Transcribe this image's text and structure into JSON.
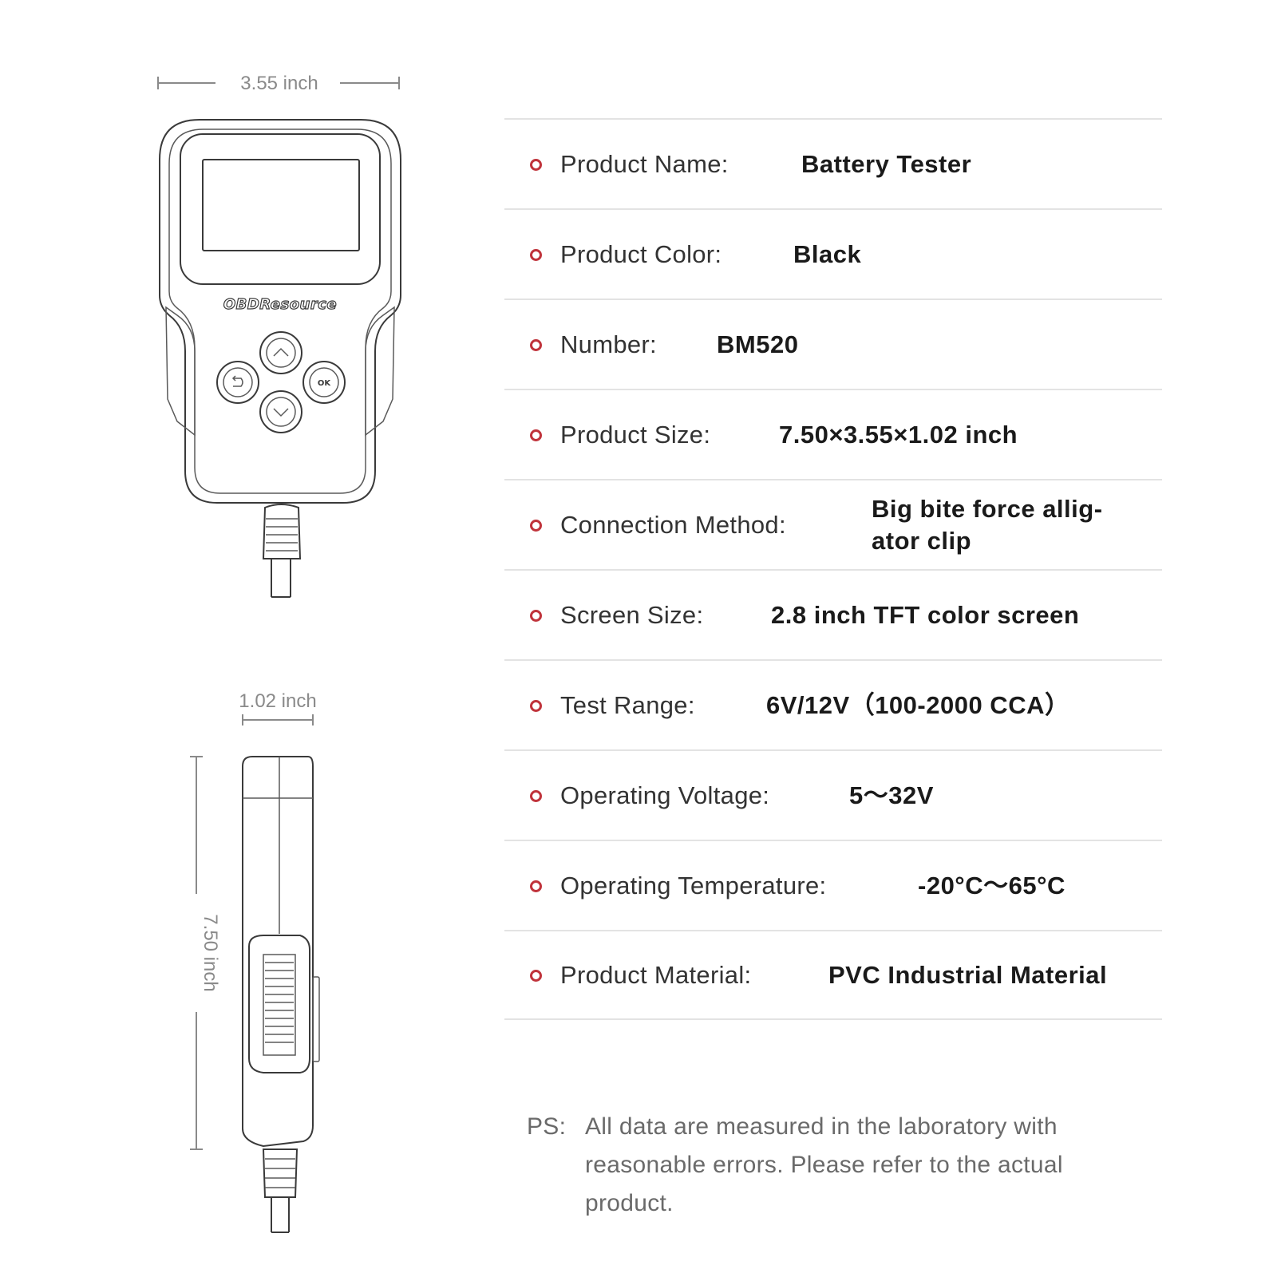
{
  "dimensions": {
    "width_label": "3.55 inch",
    "depth_label": "1.02 inch",
    "height_label": "7.50 inch"
  },
  "device": {
    "brand_logo_text": "OBDResource",
    "buttons": [
      {
        "name": "back-button",
        "icon": "back-arrow-icon"
      },
      {
        "name": "up-button",
        "icon": "chevron-up-icon"
      },
      {
        "name": "ok-button",
        "icon": "ok-icon",
        "glyph": "OK"
      },
      {
        "name": "down-button",
        "icon": "chevron-down-icon"
      }
    ]
  },
  "specs": [
    {
      "label": "Product Name:",
      "value": "Battery Tester"
    },
    {
      "label": "Product Color:",
      "value": "Black"
    },
    {
      "label": "Number:",
      "value": "BM520"
    },
    {
      "label": "Product Size:",
      "value": "7.50×3.55×1.02 inch"
    },
    {
      "label": "Connection Method:",
      "value": "Big bite force allig-ator clip"
    },
    {
      "label": "Screen Size:",
      "value": "2.8 inch TFT color screen"
    },
    {
      "label": "Test Range:",
      "value": "6V/12V（100-2000 CCA）"
    },
    {
      "label": "Operating Voltage:",
      "value": "5～32V"
    },
    {
      "label": "Operating Temperature:",
      "value": "-20°C～65°C"
    },
    {
      "label": "Product Material:",
      "value": "PVC Industrial Material"
    }
  ],
  "note": {
    "prefix": "PS:",
    "text": "All data are measured in the laboratory with reasonable errors. Please refer to the actual product."
  },
  "colors": {
    "bullet": "#c0333b",
    "divider": "#e3e3e3",
    "line_art": "#3a3a3a"
  }
}
